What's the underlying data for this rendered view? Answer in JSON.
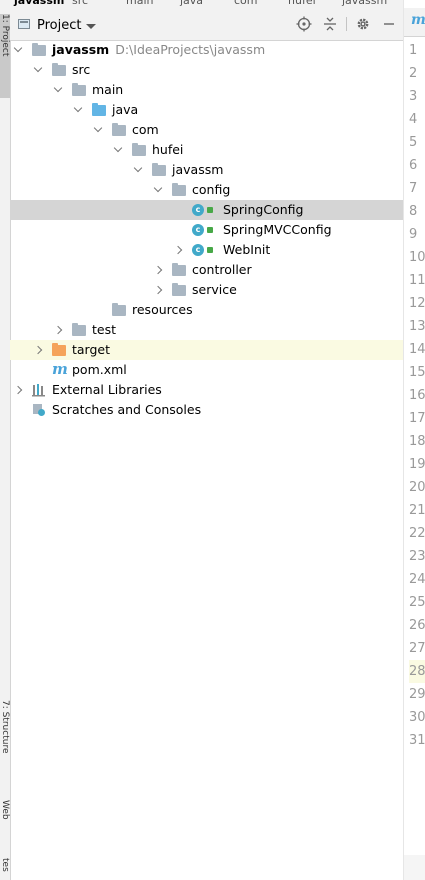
{
  "breadcrumb": [
    "javassm",
    "src",
    "main",
    "java",
    "com",
    "hufei",
    "javassm"
  ],
  "left_tabs": {
    "project": "1: Project",
    "structure": "7: Structure",
    "web": "Web",
    "favorites": "tes"
  },
  "toolbar": {
    "title": "Project",
    "icons": [
      "locate-icon",
      "collapse-all-icon",
      "gear-icon",
      "minimize-icon"
    ]
  },
  "tree": [
    {
      "label": "javassm",
      "path": "D:\\IdeaProjects\\javassm",
      "bold": true,
      "depth": 0,
      "expanded": true,
      "icon": "module-folder"
    },
    {
      "label": "src",
      "depth": 1,
      "expanded": true,
      "icon": "folder"
    },
    {
      "label": "main",
      "depth": 2,
      "expanded": true,
      "icon": "folder"
    },
    {
      "label": "java",
      "depth": 3,
      "expanded": true,
      "icon": "source-folder"
    },
    {
      "label": "com",
      "depth": 4,
      "expanded": true,
      "icon": "package"
    },
    {
      "label": "hufei",
      "depth": 5,
      "expanded": true,
      "icon": "package"
    },
    {
      "label": "javassm",
      "depth": 6,
      "expanded": true,
      "icon": "package"
    },
    {
      "label": "config",
      "depth": 7,
      "expanded": true,
      "icon": "package"
    },
    {
      "label": "SpringConfig",
      "depth": 8,
      "icon": "class",
      "selected": true
    },
    {
      "label": "SpringMVCConfig",
      "depth": 8,
      "icon": "class"
    },
    {
      "label": "WebInit",
      "depth": 8,
      "expanded": false,
      "icon": "class"
    },
    {
      "label": "controller",
      "depth": 7,
      "expanded": false,
      "icon": "package"
    },
    {
      "label": "service",
      "depth": 7,
      "expanded": false,
      "icon": "package"
    },
    {
      "label": "resources",
      "depth": 4,
      "icon": "resources-folder"
    },
    {
      "label": "test",
      "depth": 2,
      "expanded": false,
      "icon": "folder"
    },
    {
      "label": "target",
      "depth": 1,
      "expanded": false,
      "icon": "excluded-folder",
      "excluded": true
    },
    {
      "label": "pom.xml",
      "depth": 1,
      "icon": "maven"
    },
    {
      "label": "External Libraries",
      "depth": 0,
      "expanded": false,
      "icon": "libraries"
    },
    {
      "label": "Scratches and Consoles",
      "depth": 0,
      "icon": "scratches"
    }
  ],
  "editor": {
    "line_numbers": [
      "1",
      "2",
      "3",
      "4",
      "5",
      "6",
      "7",
      "8",
      "9",
      "10",
      "11",
      "12",
      "13",
      "14",
      "15",
      "16",
      "17",
      "18",
      "19",
      "20",
      "21",
      "22",
      "23",
      "24",
      "25",
      "26",
      "27",
      "28",
      "29",
      "30",
      "31"
    ],
    "current_line": "28"
  },
  "colors": {
    "selection": "#d5d5d5",
    "excluded_bg": "#fafae2",
    "class_icon": "#41a9c9",
    "source_folder": "#62b5e5",
    "excluded_folder": "#f5a35b"
  }
}
